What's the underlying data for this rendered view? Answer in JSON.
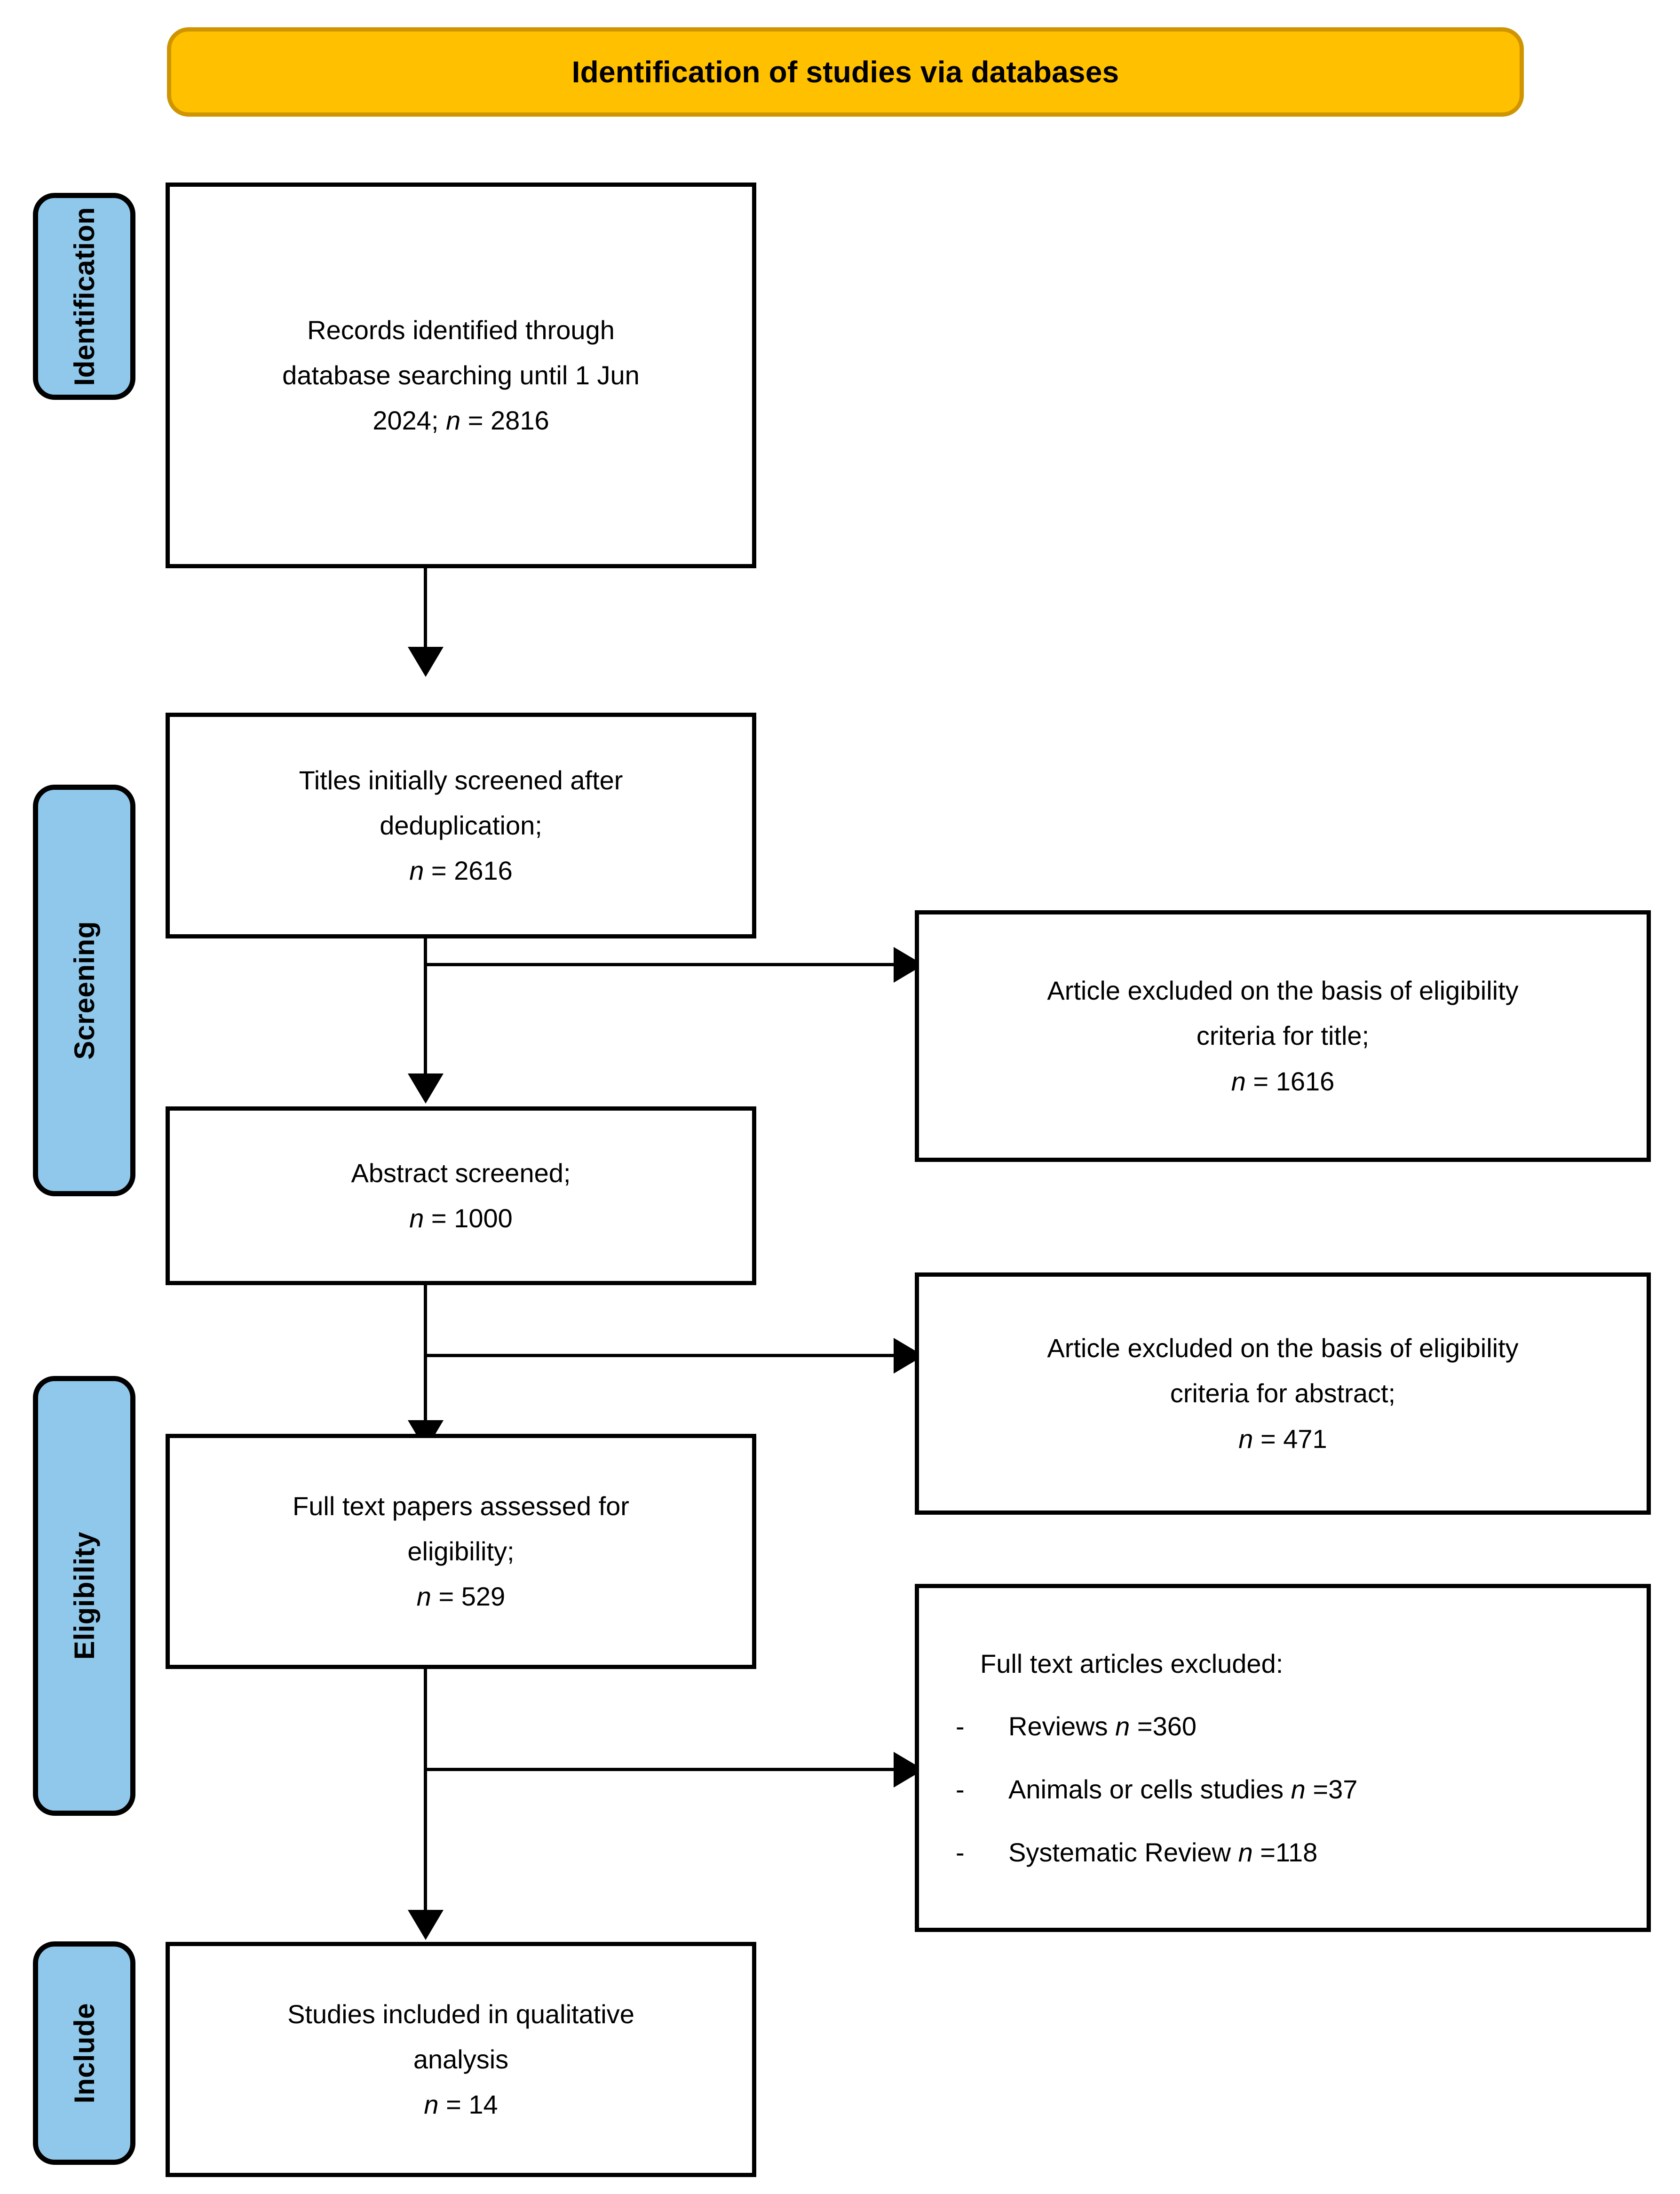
{
  "banner": {
    "title": "Identification of studies via databases",
    "fill_color": "#FFC000",
    "border_color": "#CF9500"
  },
  "colors": {
    "stage_tab_fill": "#8FC8EA",
    "box_border": "#000000",
    "box_fill": "#FFFFFF",
    "text": "#000000"
  },
  "stages": [
    {
      "label": "Identification"
    },
    {
      "label": "Screening"
    },
    {
      "label": "Eligibility"
    },
    {
      "label": "Include"
    }
  ],
  "boxes": {
    "records_identified": {
      "line1": "Records identified through",
      "line2": "database searching until 1 Jun",
      "line3_pre": "2024; ",
      "line3_n": "n",
      "line3_post": " = 2816",
      "count": 2816
    },
    "titles_screened": {
      "line1": "Titles initially screened after",
      "line2": "deduplication;",
      "line3_n": "n",
      "line3_post": " = 2616",
      "count": 2616
    },
    "excluded_title": {
      "line1": "Article excluded on the basis of eligibility",
      "line2": "criteria for title;",
      "line3_n": "n",
      "line3_post": " = 1616",
      "count": 1616
    },
    "abstract_screened": {
      "line1": "Abstract screened;",
      "line2_n": "n",
      "line2_post": " = 1000",
      "count": 1000
    },
    "excluded_abstract": {
      "line1": "Article excluded on the basis of eligibility",
      "line2": "criteria for abstract;",
      "line3_n": "n",
      "line3_post": " = 471",
      "count": 471
    },
    "fulltext_assessed": {
      "line1": "Full text papers assessed for",
      "line2": "eligibility;",
      "line3_n": "n",
      "line3_post": " = 529",
      "count": 529
    },
    "excluded_fulltext": {
      "title": "Full text articles excluded:",
      "bullet_glyph": "-",
      "items": [
        {
          "label": "Reviews ",
          "n": "n",
          "value": " =360",
          "count": 360
        },
        {
          "label": "Animals or cells studies ",
          "n": "n",
          "value": " =37",
          "count": 37
        },
        {
          "label": "Systematic Review ",
          "n": "n",
          "value": " =118",
          "count": 118
        }
      ]
    },
    "studies_included": {
      "line1": "Studies included in qualitative",
      "line2": "analysis",
      "line3_n": "n",
      "line3_post": " = 14",
      "count": 14
    }
  }
}
